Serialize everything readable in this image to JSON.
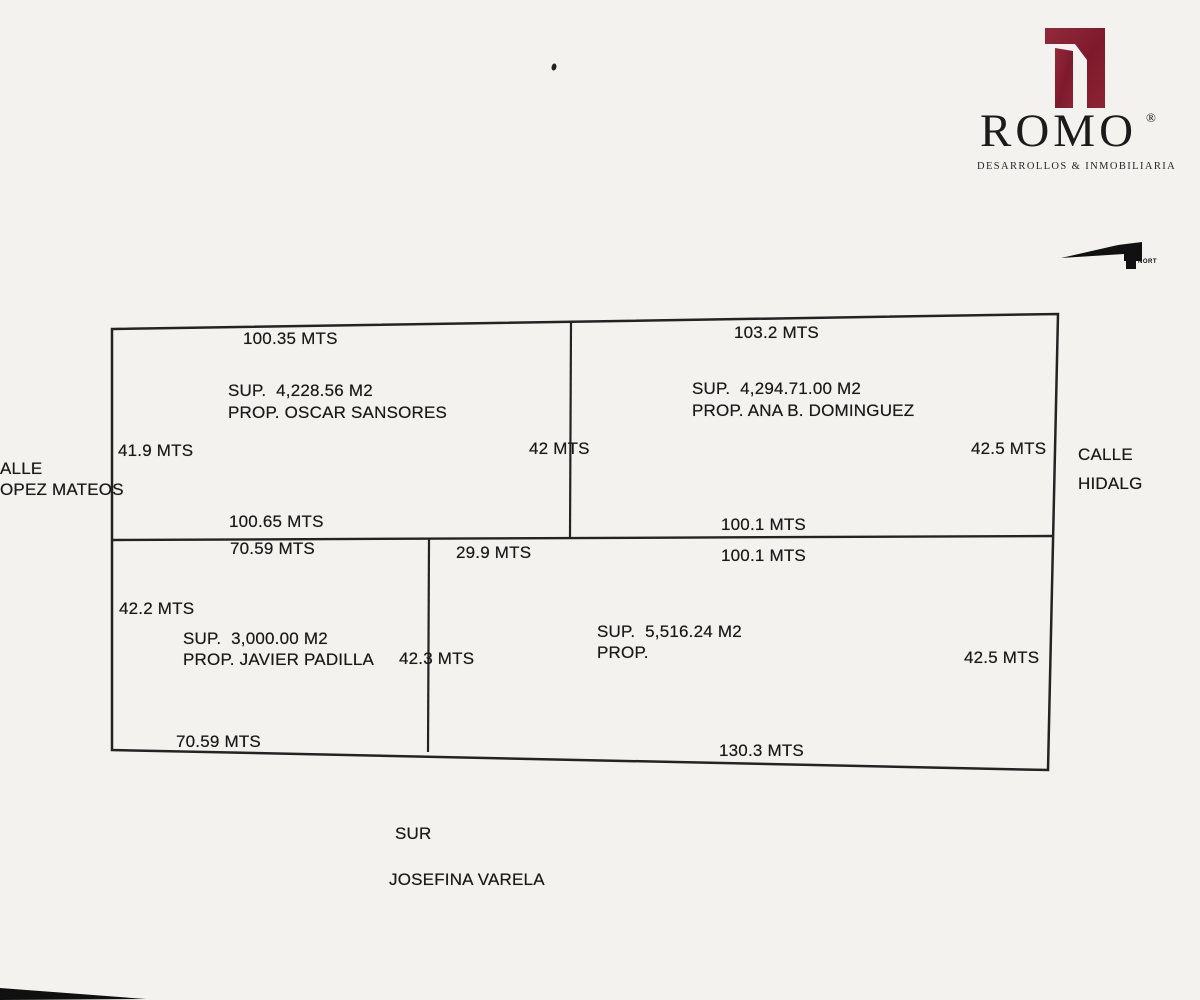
{
  "colors": {
    "paper": "#f3f2ee",
    "ink": "#1c1c1c",
    "brand": "#84202f"
  },
  "branding": {
    "logo_icon": "romo-towers-icon",
    "wordmark": "ROMO",
    "registered": "®",
    "tagline": "DESARROLLOS & INMOBILIARIA"
  },
  "compass": {
    "icon": "north-arrow-icon",
    "label": "NORT"
  },
  "plan": {
    "streets": {
      "west": [
        "ALLE",
        "OPEZ MATEOS"
      ],
      "east": [
        "CALLE",
        "HIDALG"
      ],
      "south_cardinal": "SUR",
      "south_street": "JOSEFINA VARELA"
    },
    "parcels": {
      "northwest": {
        "top": "100.35 MTS",
        "sup": "SUP.  4,228.56 M2",
        "prop": "PROP. OSCAR SANSORES",
        "left": "41.9 MTS",
        "right": "42 MTS",
        "bottom": "100.65 MTS"
      },
      "northeast": {
        "top": "103.2 MTS",
        "sup": "SUP.  4,294.71.00 M2",
        "prop": "PROP. ANA B. DOMINGUEZ",
        "right": "42.5 MTS",
        "bottom": "100.1 MTS"
      },
      "southwest": {
        "top": "70.59 MTS",
        "left": "42.2 MTS",
        "sup": "SUP.  3,000.00 M2",
        "prop": "PROP. JAVIER PADILLA",
        "right": "42.3 MTS",
        "bottom": "70.59 MTS"
      },
      "southeast": {
        "top_left": "29.9 MTS",
        "top": "100.1 MTS",
        "sup": "SUP.  5,516.24 M2",
        "prop": "PROP.",
        "right": "42.5 MTS",
        "bottom": "130.3 MTS"
      }
    }
  }
}
